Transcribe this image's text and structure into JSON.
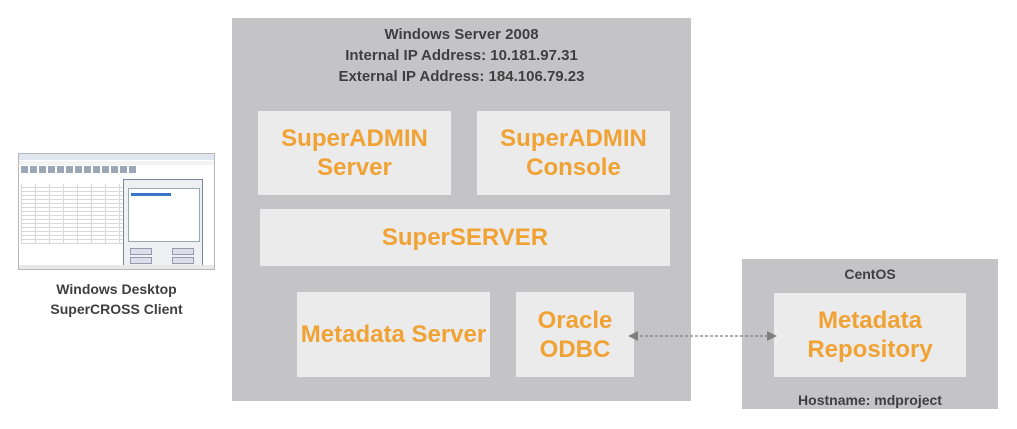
{
  "windows_server": {
    "title": "Windows Server 2008",
    "internal_ip": "Internal IP Address: 10.181.97.31",
    "external_ip": "External IP Address: 184.106.79.23",
    "superadmin_server": "SuperADMIN\nServer",
    "superadmin_console": "SuperADMIN\nConsole",
    "superserver": "SuperSERVER",
    "metadata_server": "Metadata Server",
    "oracle_odbc": "Oracle\nODBC"
  },
  "centos": {
    "title": "CentOS",
    "metadata_repository": "Metadata\nRepository",
    "hostname": "Hostname: mdproject"
  },
  "client": {
    "caption_line1": "Windows Desktop",
    "caption_line2": "SuperCROSS Client"
  },
  "colors": {
    "panel": "#c4c4c6",
    "box": "#ebebeb",
    "accent": "#f0a234",
    "text": "#3f3f3f",
    "connector": "#7f7f7f"
  }
}
